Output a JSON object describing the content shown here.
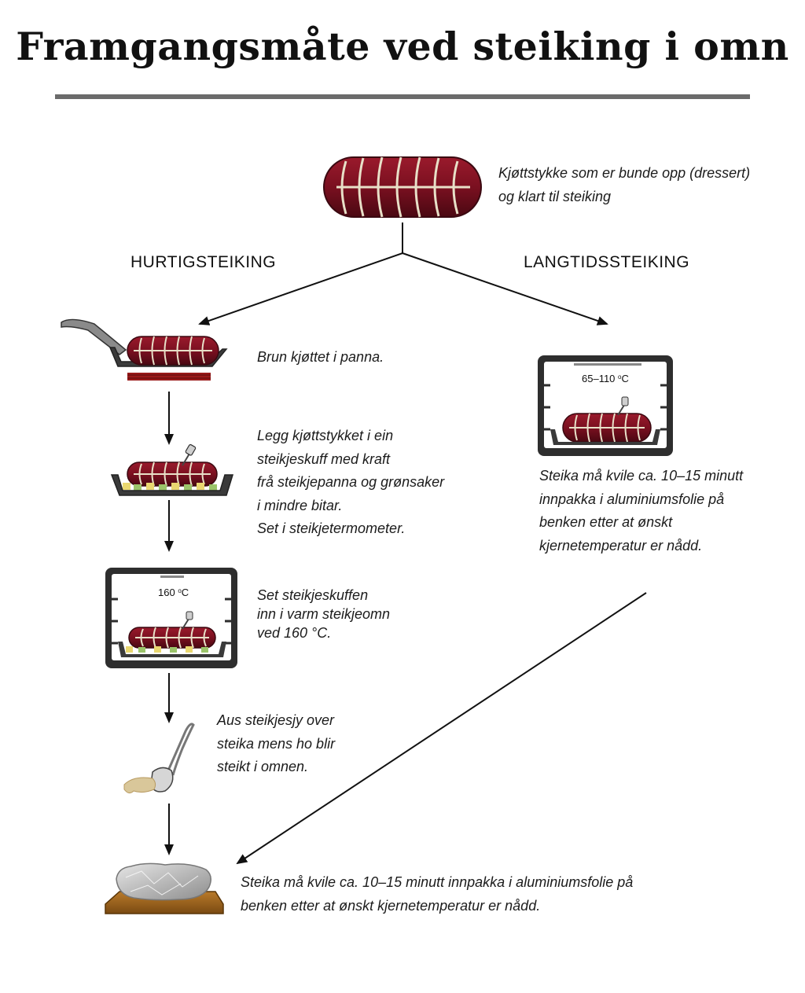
{
  "title": "Framgangsmåte ved steiking i omn",
  "start": {
    "lines": [
      "Kjøttstykke som er bunde opp (dressert)",
      "og klart til steiking"
    ]
  },
  "branches": {
    "left": "HURTIGSTEIKING",
    "right": "LANGTIDSSTEIKING"
  },
  "left_steps": [
    {
      "lines": [
        "Brun kjøttet i panna."
      ]
    },
    {
      "lines": [
        "Legg kjøttstykket i ein",
        "steikjeskuff med kraft",
        "frå steikjepanna og grønsaker",
        "i mindre bitar.",
        "Set i steikjetermometer."
      ]
    },
    {
      "lines": [
        "Set steikjeskuffen",
        "inn i varm steikjeomn",
        "ved 160 °C."
      ],
      "oven_temp": "160",
      "oven_unit": "C"
    },
    {
      "lines": [
        "Aus steikjesjy over",
        "steika mens ho blir",
        "steikt i omnen."
      ]
    }
  ],
  "right_step": {
    "oven_temp": "65–110",
    "oven_unit": "C",
    "lines": [
      "Steika må kvile ca. 10–15 minutt",
      "innpakka i aluminiumsfolie på",
      "benken etter at ønskt",
      "kjernetemperatur er nådd."
    ]
  },
  "final_step": {
    "lines": [
      "Steika må kvile ca. 10–15 minutt innpakka i aluminiumsfolie på",
      "benken etter at ønskt kjernetemperatur er nådd."
    ]
  },
  "colors": {
    "meat": "#7a1020",
    "meat_dark": "#4a0812",
    "string": "#e8e0c8",
    "oven_frame": "#2e2e2e",
    "rule": "#6b6b6b",
    "board": "#9a6420",
    "foil": "#c8c8c8",
    "gravy": "#d9c79a",
    "veg_green": "#9bc46a",
    "veg_yellow": "#e9d770"
  }
}
